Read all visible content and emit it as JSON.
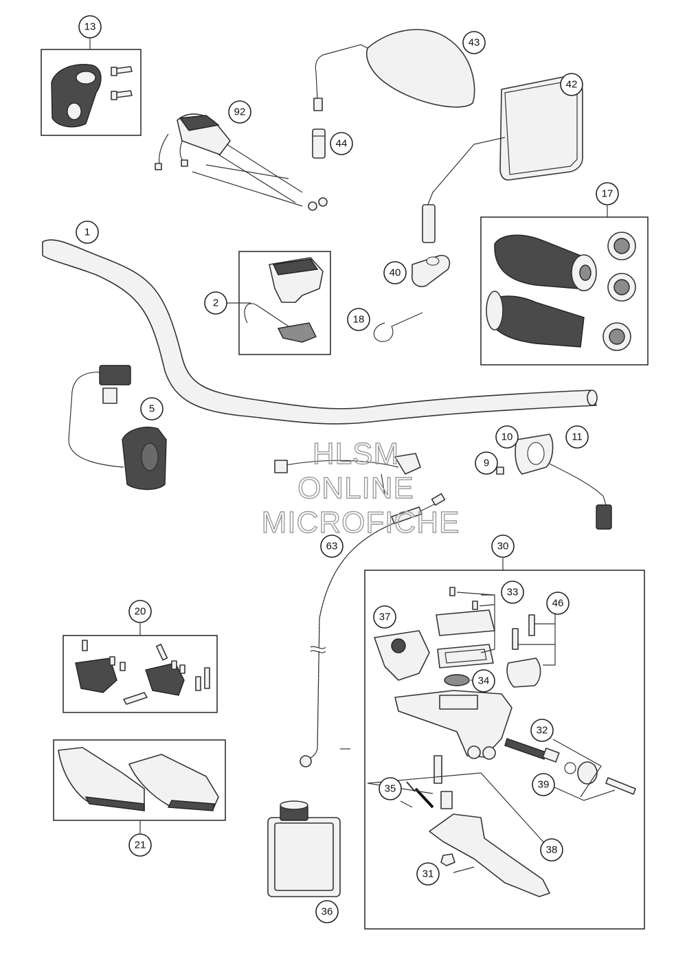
{
  "diagram": {
    "watermark": [
      "HLSM",
      "ONLINE",
      "MICROFICHE"
    ],
    "callouts": [
      "1",
      "2",
      "5",
      "9",
      "10",
      "11",
      "13",
      "17",
      "18",
      "20",
      "21",
      "30",
      "31",
      "32",
      "33",
      "34",
      "35",
      "36",
      "37",
      "38",
      "39",
      "40",
      "42",
      "43",
      "44",
      "46",
      "63",
      "92"
    ]
  },
  "colors": {
    "line": "#333333",
    "fill": "#f2f2f2",
    "dark": "#4a4a4a",
    "watermark": "#9a9a9a"
  }
}
